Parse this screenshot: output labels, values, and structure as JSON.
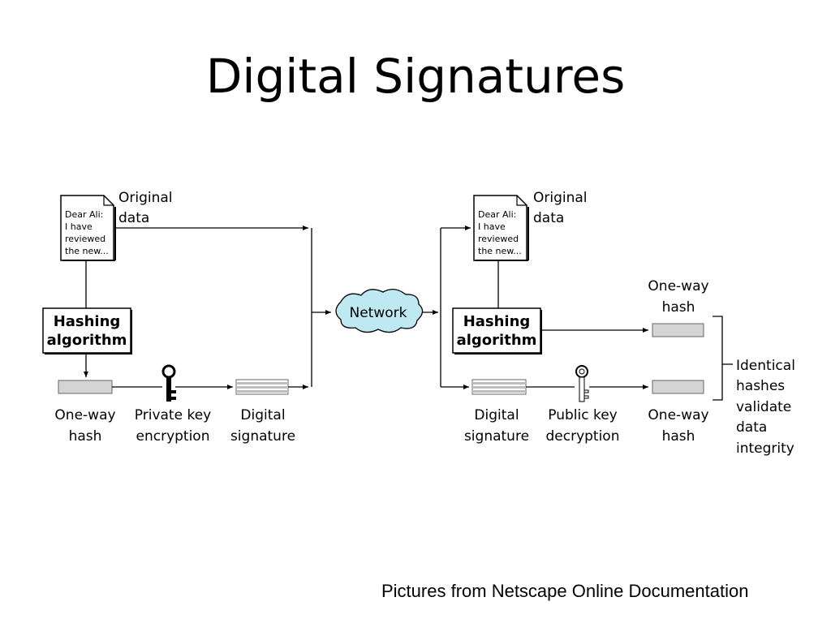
{
  "title": "Digital Signatures",
  "footer": "Pictures from Netscape Online Documentation",
  "colors": {
    "network_fill": "#bfe9f2",
    "hash_fill": "#d4d4d4",
    "signature_stripe": "#d9d9d9"
  },
  "left": {
    "original_data": [
      "Original",
      "data"
    ],
    "document_lines": [
      "Dear Ali:",
      "I have",
      "reviewed",
      "the new..."
    ],
    "hashing_algorithm": [
      "Hashing",
      "algorithm"
    ],
    "one_way_hash": [
      "One-way",
      "hash"
    ],
    "private_key_encryption": [
      "Private key",
      "encryption"
    ],
    "digital_signature": [
      "Digital",
      "signature"
    ]
  },
  "network": "Network",
  "right": {
    "original_data": [
      "Original",
      "data"
    ],
    "document_lines": [
      "Dear Ali:",
      "I have",
      "reviewed",
      "the new..."
    ],
    "hashing_algorithm": [
      "Hashing",
      "algorithm"
    ],
    "one_way_hash_top": [
      "One-way",
      "hash"
    ],
    "digital_signature": [
      "Digital",
      "signature"
    ],
    "public_key_decryption": [
      "Public key",
      "decryption"
    ],
    "one_way_hash_bottom": [
      "One-way",
      "hash"
    ],
    "identical_note": [
      "Identical",
      "hashes",
      "validate",
      "data",
      "integrity"
    ]
  }
}
